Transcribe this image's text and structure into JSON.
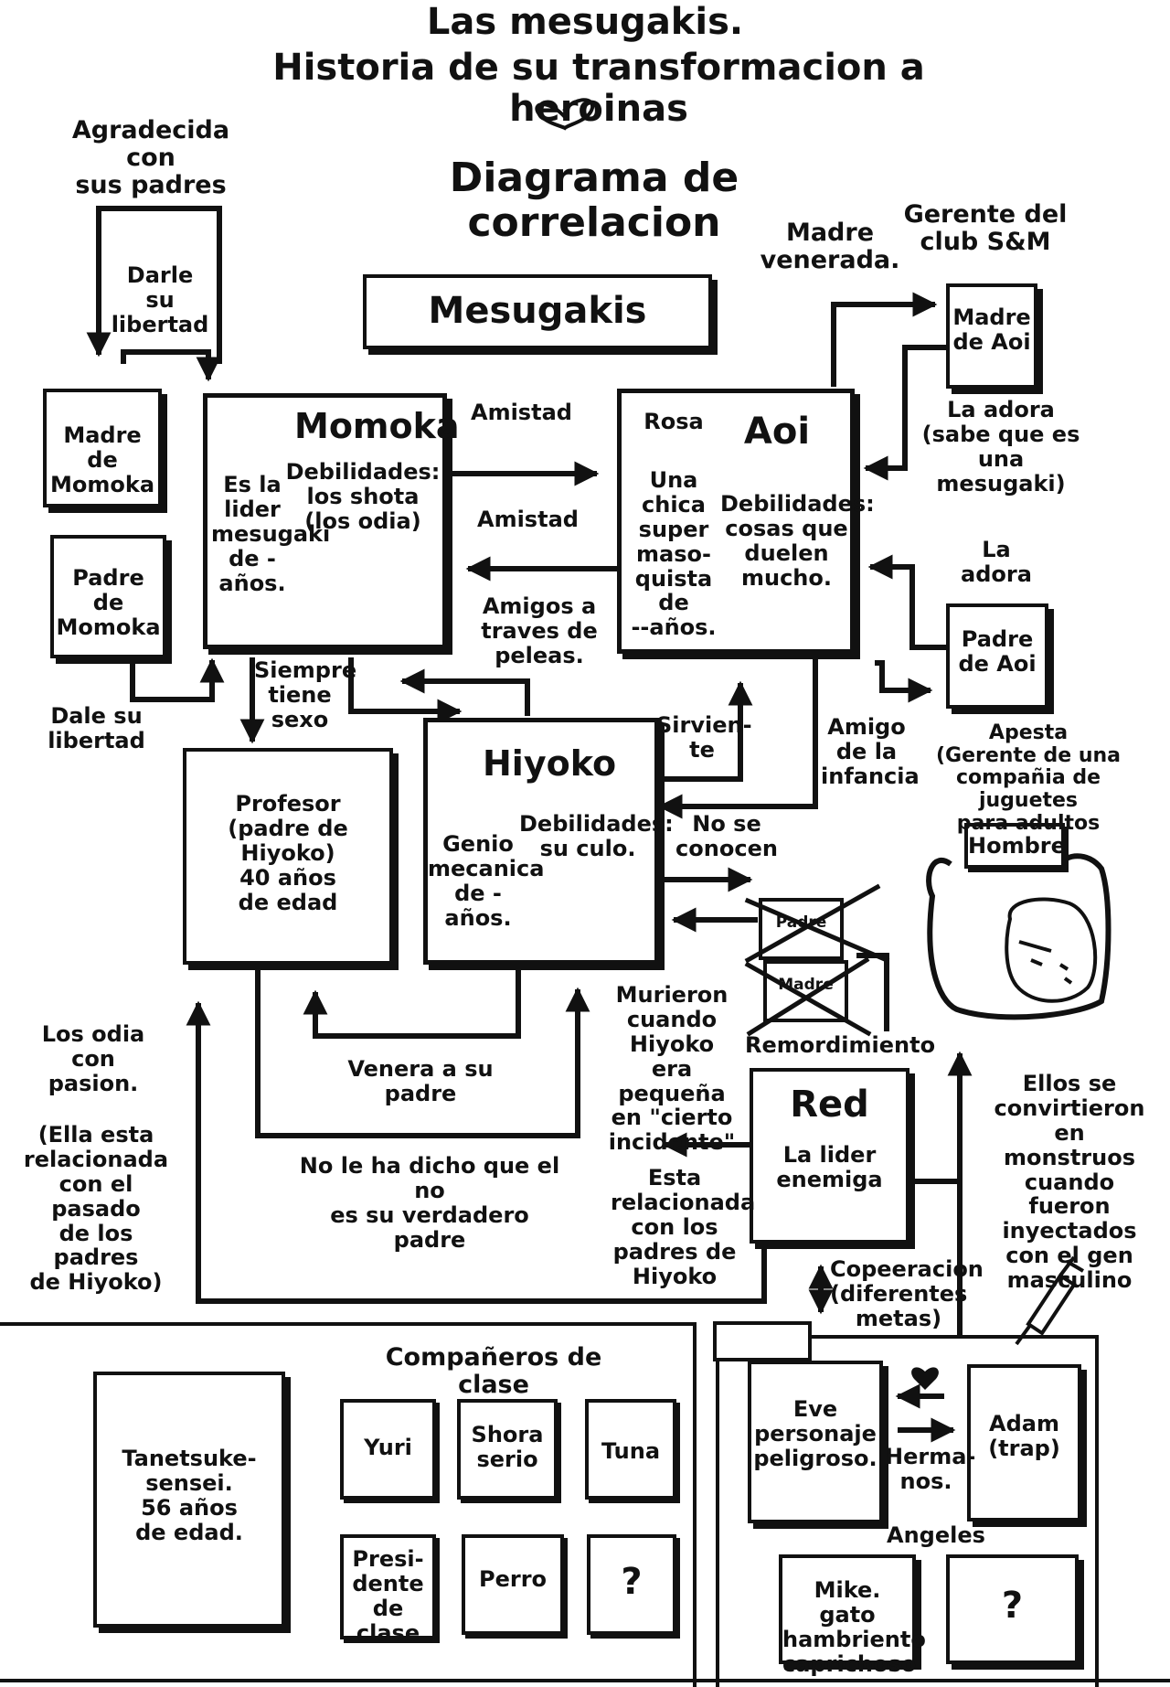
{
  "title": {
    "line1": "Las mesugakis.",
    "line2": "Historia de su transformacion a heroinas"
  },
  "subtitle": "Diagrama de correlacion",
  "group_label": "Mesugakis",
  "nodes": {
    "momoka": {
      "name": "Momoka",
      "desc": "Es la\nlider\nmesugaki\nde -\naños.",
      "weak": "Debilidades:\nlos shota\n(los odia)"
    },
    "aoi": {
      "name": "Aoi",
      "rosa": "Rosa",
      "desc": "Una\nchica\nsuper\nmaso-\nquista de\n--años.",
      "weak": "Debilidades:\ncosas que\nduelen\nmucho."
    },
    "hiyoko": {
      "name": "Hiyoko",
      "desc": "Genio\nmecanica\nde -\naños.",
      "weak": "Debilidades:\nsu culo."
    },
    "red": {
      "name": "Red",
      "desc": "La lider\nenemiga"
    },
    "madre_momoka": "Madre de\nMomoka",
    "padre_momoka": "Padre de\nMomoka",
    "madre_aoi": "Madre\nde Aoi",
    "padre_aoi": "Padre\nde Aoi",
    "profesor": "Profesor\n(padre de\nHiyoko)\n40 años\nde edad",
    "hombre": "Hombre",
    "padre_crossed": "Padre",
    "madre_crossed": "Madre"
  },
  "labels": {
    "agradecida": "Agradecida con\nsus padres",
    "darle_libertad": "Darle su\nlibertad",
    "dale_libertad": "Dale su\nlibertad",
    "madre_venerada": "Madre\nvenerada.",
    "gerente": "Gerente del\nclub S&M",
    "la_adora_1": "La adora\n(sabe que es\nuna mesugaki)",
    "la_adora_2": "La\nadora",
    "amistad_1": "Amistad",
    "amistad_2": "Amistad",
    "amigos_peleas": "Amigos a\ntraves de\npeleas.",
    "siempre_sexo": "Siempre\ntiene\nsexo",
    "sirviente": "Sirvien-\nte",
    "amigo_infancia": "Amigo\nde la\ninfancia",
    "apesta": "Apesta\n(Gerente de una\ncompañia de juguetes\npara adultos",
    "no_se_conocen": "No se\nconocen",
    "murieron": "Murieron\ncuando Hiyoko\nera pequeña\nen \"cierto\nincidente\"",
    "remordimiento": "Remordimiento",
    "los_odia": "Los odia\ncon pasion.",
    "ella_esta": "(Ella esta\nrelacionada\ncon el pasado\nde los padres\nde Hiyoko)",
    "venera_padre": "Venera a su\npadre",
    "no_le_ha_dicho": "No le ha dicho que el no\nes su verdadero padre",
    "esta_relacionada": "Esta\nrelacionada\ncon los\npadres de\nHiyoko",
    "monstruos": "Ellos se\nconvirtieron\nen monstruos\ncuando fueron\ninyectados\ncon el gen\nmasculino",
    "cooperacion": "Copeeracion\n(diferentes\nmetas)"
  },
  "classmates": {
    "title": "Compañeros de clase",
    "teacher": "Tanetsuke-\nsensei.\n56 años\nde edad.",
    "items": [
      "Yuri",
      "Shora\nserio",
      "Tuna",
      "Presi-\ndente\nde clase",
      "Perro",
      "?"
    ]
  },
  "angels": {
    "label": "Angeles",
    "eve": "Eve\npersonaje\npeligroso.",
    "adam": "Adam\n(trap)",
    "hermanos": "Herma-\nnos.",
    "mike": "Mike. gato\nhambriento\ncaprichoso",
    "unknown": "?"
  }
}
